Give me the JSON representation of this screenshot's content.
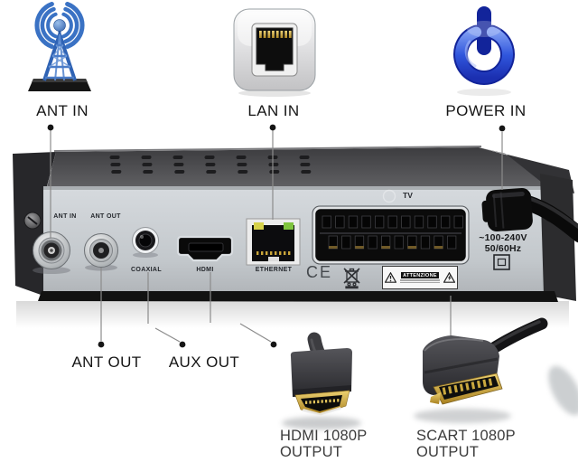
{
  "top_callouts": {
    "ant_in": {
      "label": "ANT IN",
      "icon": "antenna-tower-icon"
    },
    "lan_in": {
      "label": "LAN IN",
      "icon": "rj45-port-icon"
    },
    "power_in": {
      "label": "POWER IN",
      "icon": "power-button-icon"
    }
  },
  "device_panel": {
    "ant_in_port": "ANT IN",
    "ant_out_port": "ANT OUT",
    "coaxial_port": "COAXIAL",
    "hdmi_port": "HDMI",
    "ethernet_port": "ETHERNET",
    "tv_port": "TV",
    "ce_mark": "CE",
    "voltage": "~100-240V",
    "frequency": "50/60Hz",
    "warning_title": "ATTENZIONE"
  },
  "bottom_callouts": {
    "ant_out": "ANT OUT",
    "aux_out": "AUX OUT",
    "hdmi_cable": {
      "line1": "HDMI 1080P",
      "line2": "OUTPUT"
    },
    "scart_cable": {
      "line1": "SCART 1080P",
      "line2": "OUTPUT"
    }
  },
  "colors": {
    "accent_blue": "#2d55d0",
    "chassis_dark": "#4a4a4c",
    "panel_gray": "#c9ced2",
    "gold": "#d0a93c",
    "led_yellow": "#d6d14a",
    "led_green": "#7fc43e"
  }
}
